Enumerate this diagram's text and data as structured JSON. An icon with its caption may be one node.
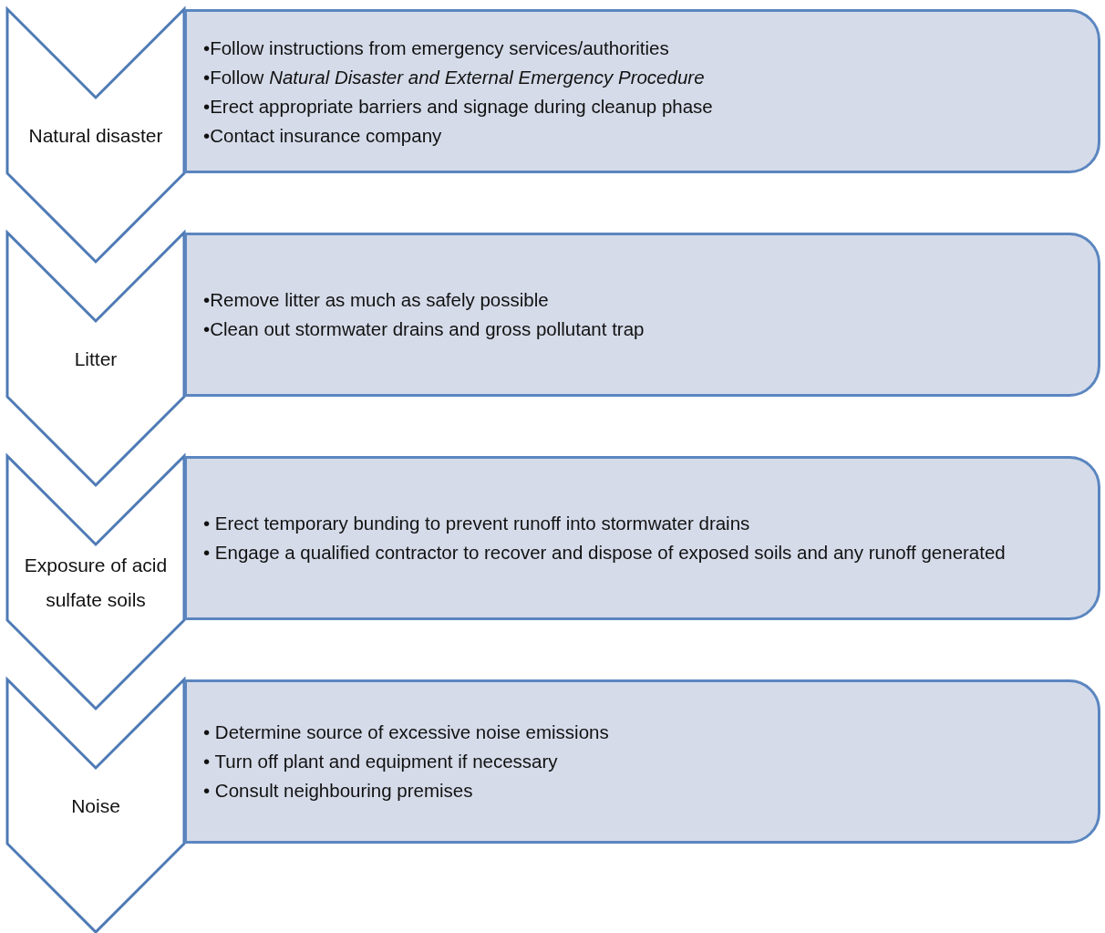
{
  "diagram": {
    "nodes": [
      {
        "text": [
          "Natural disaster"
        ]
      },
      {
        "text": [
          "•Follow instructions from emergency services/authorities",
          "•Follow *Natural Disaster and External Emergency Procedure*",
          "•Erect appropriate barriers and signage during cleanup phase",
          "•Contact insurance company"
        ]
      },
      {
        "text": [
          "Litter"
        ]
      },
      {
        "text": [
          "•Remove litter as much as safely possible",
          "•Clean out stormwater drains and gross pollutant trap"
        ]
      },
      {
        "text": [
          "Exposure of acid sulfate soils"
        ]
      },
      {
        "text": [
          "• Erect temporary bunding to prevent runoff into stormwater drains",
          "• Engage a qualified contractor to recover and dispose of exposed soils and any runoff generated"
        ]
      },
      {
        "text": [
          "Noise"
        ]
      },
      {
        "text": [
          "• Determine source of excessive noise emissions",
          "• Turn off plant and equipment if necessary",
          "• Consult neighbouring premises"
        ]
      }
    ]
  }
}
